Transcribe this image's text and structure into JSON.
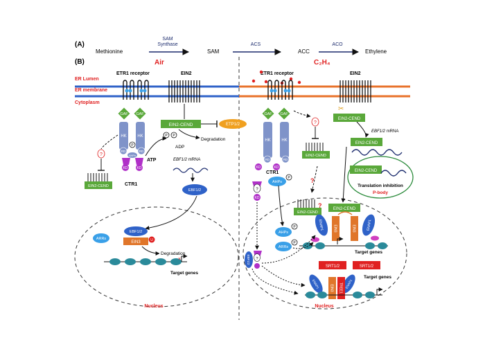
{
  "panel_a": {
    "label": "(A)",
    "steps": [
      "Methionine",
      "SAM",
      "ACC",
      "Ethylene"
    ],
    "enzymes": [
      "SAM\nSynthase",
      "ACS",
      "ACO"
    ]
  },
  "panel_b": {
    "label": "(B)",
    "conditions": {
      "left": "Air",
      "right": "C₂H₄"
    },
    "compartments": [
      "ER Lumen",
      "ER membrane",
      "Cytoplasm"
    ],
    "receptor": "ETR1 receptor",
    "ein2": "EIN2",
    "proteins": {
      "gaf": "GAF",
      "hk": "HK",
      "rd": "RD",
      "ahps": "AHPs",
      "kd": "KD",
      "p": "P",
      "u": "U",
      "q": "?",
      "ein2_cend": "EIN2-CEND",
      "etp": "ETP1/2",
      "ctr1": "CTR1",
      "ebf": "EBF1/2",
      "ein3": "EIN3",
      "arrs": "ARRs",
      "enap": "ENAP1",
      "srt": "SRT1/2",
      "tree1": "TREE1"
    },
    "labels": {
      "atp": "ATP",
      "adp": "ADP",
      "degradation": "Degradation",
      "ebf_mrna": "EBF1/2",
      "mrna": "mRNA",
      "target_genes": "Target genes",
      "nucleus": "Nucleus",
      "translation_inhibition": "Translation inhibition",
      "p_body": "P-body"
    },
    "colors": {
      "ein2_green": "#5aa83a",
      "hk_blue": "#7f93c9",
      "kd_purple": "#b030c8",
      "ein3_orange": "#e0762a",
      "srt_red": "#e02020",
      "membrane_blue": "#2f62c8",
      "membrane_orange": "#e8722a",
      "accent_red": "#e02020"
    }
  }
}
